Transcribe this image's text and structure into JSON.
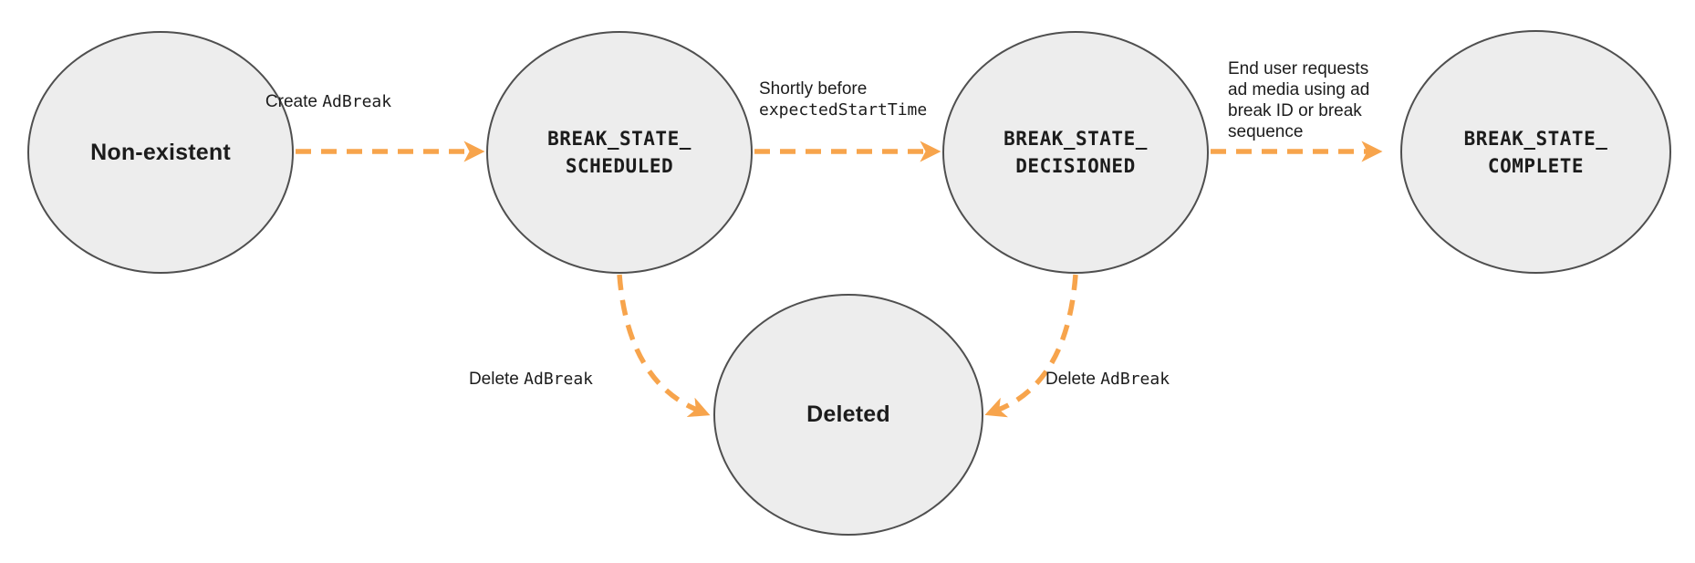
{
  "diagram": {
    "type": "state-transition-diagram",
    "background": "#ffffff",
    "colors": {
      "node_fill": "#ededed",
      "node_border": "#4f4f4f",
      "arrow": "#f7a44c",
      "text": "#1c1c1c"
    },
    "nodes": [
      {
        "id": "non-existent",
        "label": "Non-existent"
      },
      {
        "id": "break-state-scheduled",
        "line1": "BREAK_STATE_",
        "line2": "SCHEDULED"
      },
      {
        "id": "break-state-decisioned",
        "line1": "BREAK_STATE_",
        "line2": "DECISIONED"
      },
      {
        "id": "break-state-complete",
        "line1": "BREAK_STATE_",
        "line2": "COMPLETE"
      },
      {
        "id": "deleted",
        "label": "Deleted"
      }
    ],
    "edges": [
      {
        "from": "non-existent",
        "to": "break-state-scheduled",
        "text": "Create",
        "code": "AdBreak"
      },
      {
        "from": "break-state-scheduled",
        "to": "break-state-decisioned",
        "text": "Shortly before",
        "code": "expectedStartTime"
      },
      {
        "from": "break-state-decisioned",
        "to": "break-state-complete",
        "text": "End user requests\nad media using ad\nbreak ID or break\nsequence"
      },
      {
        "from": "break-state-scheduled",
        "to": "deleted",
        "text": "Delete",
        "code": "AdBreak"
      },
      {
        "from": "break-state-decisioned",
        "to": "deleted",
        "text": "Delete",
        "code": "AdBreak"
      }
    ]
  }
}
